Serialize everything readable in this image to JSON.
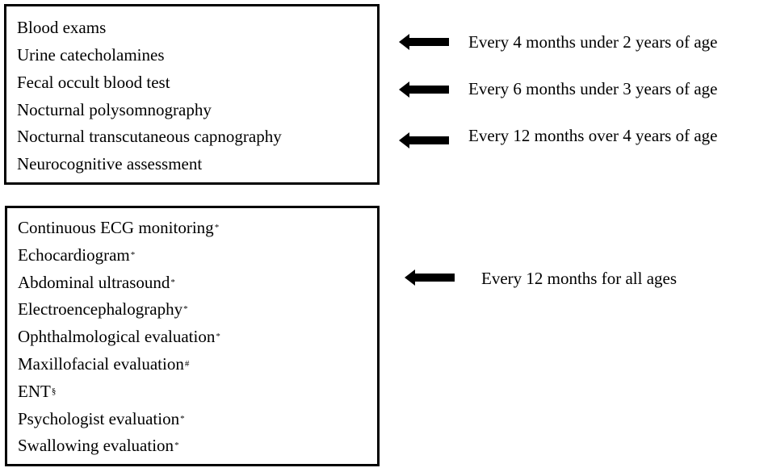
{
  "top_box": {
    "items": [
      {
        "text": "Blood exams",
        "mark": ""
      },
      {
        "text": "Urine catecholamines",
        "mark": ""
      },
      {
        "text": "Fecal occult blood test",
        "mark": ""
      },
      {
        "text": "Nocturnal polysomnography",
        "mark": ""
      },
      {
        "text": "Nocturnal transcutaneous capnography",
        "mark": ""
      },
      {
        "text": "Neurocognitive assessment",
        "mark": ""
      }
    ]
  },
  "top_schedules": [
    "Every 4 months under 2 years of age",
    "Every 6 months under 3 years of age",
    "Every 12 months over 4 years of age"
  ],
  "bottom_box": {
    "items": [
      {
        "text": "Continuous ECG monitoring",
        "mark": "*"
      },
      {
        "text": "Echocardiogram",
        "mark": "*"
      },
      {
        "text": "Abdominal ultrasound",
        "mark": "*"
      },
      {
        "text": "Electroencephalography",
        "mark": "*"
      },
      {
        "text": "Ophthalmological evaluation",
        "mark": "*"
      },
      {
        "text": "Maxillofacial evaluation",
        "mark": "#"
      },
      {
        "text": "ENT",
        "mark": "§"
      },
      {
        "text": "Psychologist evaluation",
        "mark": "*"
      },
      {
        "text": "Swallowing evaluation",
        "mark": "*"
      }
    ]
  },
  "bottom_schedule": "Every 12 months for all ages",
  "colors": {
    "line": "#000000",
    "background": "#ffffff"
  },
  "icons": {
    "arrow": "left-arrow-icon"
  }
}
